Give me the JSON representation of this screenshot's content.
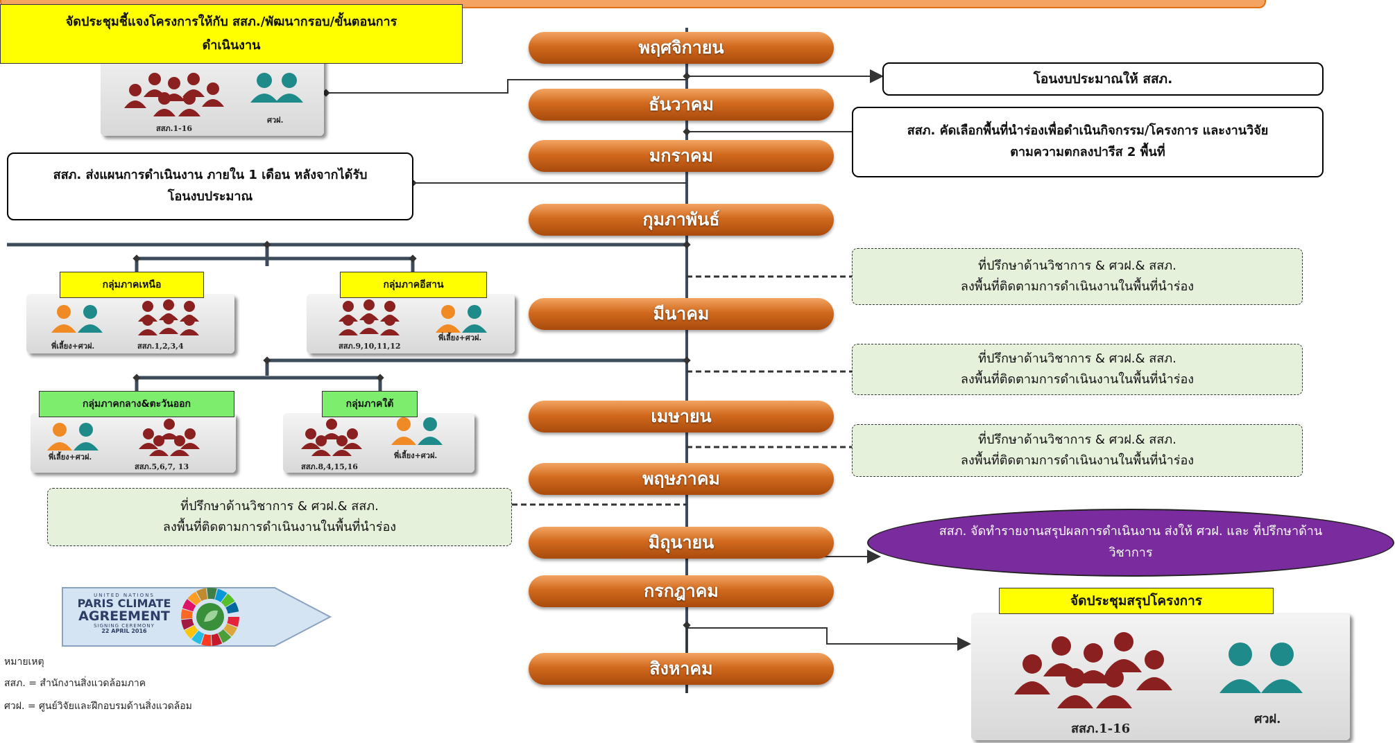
{
  "top_left_meeting": {
    "title_line1": "จัดประชุมชี้แจงโครงการให้กับ สสภ./พัฒนากรอบ/ขั้นตอนการ",
    "title_line2": "ดำเนินงาน",
    "label_left": "สสภ.1-16",
    "label_right": "ศวฝ."
  },
  "months": [
    "พฤศจิกายน",
    "ธันวาคม",
    "มกราคม",
    "กุมภาพันธ์",
    "มีนาคม",
    "เมษายน",
    "พฤษภาคม",
    "มิถุนายน",
    "กรกฎาคม",
    "สิงหาคม"
  ],
  "budget_transfer": "โอนงบประมาณให้ สสภ.",
  "pilot_selection": {
    "line1": "สสภ. คัดเลือกพื้นที่นำร่องเพื่อดำเนินกิจกรรม/โครงการ และงานวิจัย",
    "line2": "ตามความตกลงปารีส 2 พื้นที่"
  },
  "plan_submission": {
    "line1": "สสภ. ส่งแผนการดำเนินงาน ภายใน 1 เดือน หลังจากได้รับ",
    "line2": "โอนงบประมาณ"
  },
  "groups": {
    "north": {
      "title": "กลุ่มภาคเหนือ",
      "left_label": "พี่เลี้ยง+ศวฝ.",
      "right_label": "สสภ.1,2,3,4"
    },
    "northeast": {
      "title": "กลุ่มภาคอีสาน",
      "left_label": "สสภ.9,10,11,12",
      "right_label": "พี่เลี้ยง+ศวฝ."
    },
    "central_east": {
      "title": "กลุ่มภาคกลาง&ตะวันออก",
      "left_label": "พี่เลี้ยง+ศวฝ.",
      "right_label": "สสภ.5,6,7, 13"
    },
    "south": {
      "title": "กลุ่มภาคใต้",
      "left_label": "สสภ.8,4,15,16",
      "right_label": "พี่เลี้ยง+ศวฝ."
    }
  },
  "field_visit": {
    "line1": "ที่ปรึกษาด้านวิชาการ & ศวฝ.& สสภ.",
    "line2": "ลงพื้นที่ติดตามการดำเนินงานในพื้นที่นำร่อง"
  },
  "final_report": {
    "line1": "สสภ. จัดทำรายงานสรุปผลการดำเนินงาน ส่งให้ ศวฝ. และ ที่ปรึกษาด้าน",
    "line2": "วิชาการ"
  },
  "closing_meeting": {
    "title": "จัดประชุมสรุปโครงการ",
    "label_left": "สสภ.1-16",
    "label_right": "ศวฝ."
  },
  "logo": {
    "line1": "UNITED NATIONS",
    "line2": "PARIS CLIMATE",
    "line3": "AGREEMENT",
    "line4": "SIGNING CEREMONY",
    "line5": "22 APRIL 2016"
  },
  "notes": {
    "heading": "หมายเหตุ",
    "line1": "สสภ. = สำนักงานสิ่งแวดล้อมภาค",
    "line2": "ศวฝ. = ศูนย์วิจัยและฝึกอบรมด้านสิ่งแวดล้อม"
  },
  "colors": {
    "month_orange": "#d26a1e",
    "highlight_yellow": "#ffff00",
    "group_green": "#7ced6d",
    "dashed_box_fill": "#e6f1dc",
    "report_purple": "#7a2c9e",
    "people_red": "#8b2020",
    "people_teal": "#1f8a8a",
    "people_orange": "#f08a24"
  }
}
